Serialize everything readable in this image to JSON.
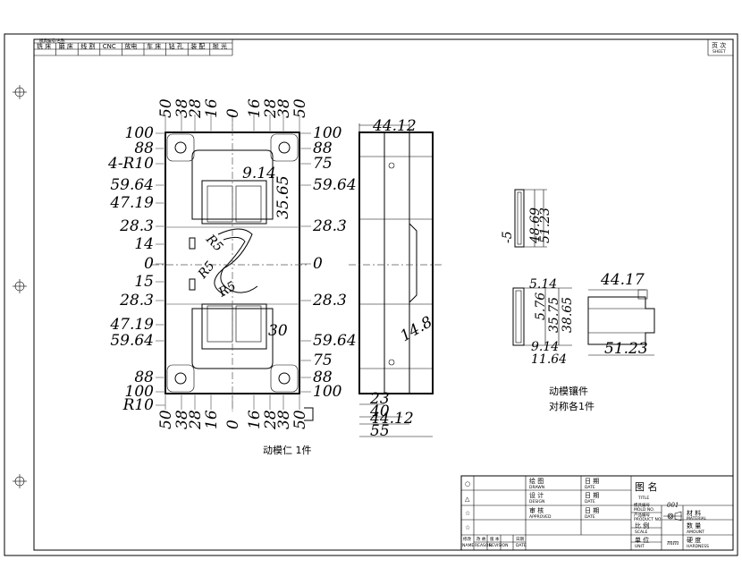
{
  "header_row": {
    "caption": "模具编号/名称",
    "cells": [
      "铣 床",
      "磨 床",
      "线 割",
      "CNC",
      "放电",
      "车 床",
      "钻 孔",
      "装 配",
      "抛 光"
    ],
    "page_label": "页 次",
    "page_sub": "SHEET"
  },
  "front_view": {
    "top_labels": [
      "50",
      "38",
      "28",
      "16",
      "0",
      "16",
      "28",
      "38",
      "50"
    ],
    "bottom_labels": [
      "50",
      "38",
      "28",
      "16",
      "0",
      "16",
      "28",
      "38",
      "50"
    ],
    "left_labels": [
      "100",
      "88",
      "4-R10",
      "59.64",
      "47.19",
      "28.3",
      "14",
      "0",
      "15",
      "28.3",
      "47.19",
      "59.64",
      "88",
      "100",
      "R10"
    ],
    "right_labels": [
      "100",
      "88",
      "75",
      "59.64",
      "28.3",
      "0",
      "28.3",
      "59.64",
      "75",
      "88",
      "100"
    ],
    "inner_labels": [
      "9.14",
      "35.65",
      "30"
    ],
    "curve_labels": [
      "R5",
      "R5",
      "R5"
    ],
    "caption": "动模仁  1件"
  },
  "side_view": {
    "top_dim": "44.12",
    "angle_dim": "14.8",
    "bottom_dims": [
      "23",
      "40",
      "44.12",
      "55"
    ]
  },
  "detail_a": {
    "labels": [
      "-5",
      "48.69",
      "51.23"
    ]
  },
  "detail_b": {
    "labels": [
      "5.14",
      "5.76",
      "35.75",
      "38.65",
      "9.14",
      "11.64"
    ]
  },
  "detail_c": {
    "labels": [
      "44.17",
      "51.23"
    ]
  },
  "insert_caption": {
    "line1": "动模镶件",
    "line2": "对称各1件"
  },
  "title_block": {
    "rev_symbols": [
      "○",
      "△",
      "☆",
      "☆"
    ],
    "rev_headers": [
      "修改",
      "改 故",
      "版 本",
      "日期"
    ],
    "rev_sub": [
      "NAME",
      "REASON",
      "REVISION",
      "DATE"
    ],
    "drawn": "绘 图",
    "drawn_en": "DRAWN",
    "designed": "设 计",
    "designed_en": "DESIGN",
    "approved": "审 核",
    "approved_en": "APPROVED",
    "date_labels": [
      "日 期",
      "日 期",
      "日 期"
    ],
    "date_en": [
      "DATE",
      "DATE",
      "DATE"
    ],
    "title_label": "图 名",
    "title_en": "TITLE",
    "mold_no": "模具编号",
    "mold_no_en": "MOLD NO.",
    "product_no": "产品编号",
    "product_no_en": "PRODUCT NO.",
    "drawing_no": "001",
    "material": "材 料",
    "material_en": "MATERIAL",
    "scale": "比 例",
    "scale_en": "SCALE",
    "amount": "数 量",
    "amount_en": "AMOUNT",
    "unit": "单 位",
    "unit_en": "UNIT",
    "unit_value": "mm",
    "hardness": "硬 度",
    "hardness_en": "HARDNESS"
  }
}
